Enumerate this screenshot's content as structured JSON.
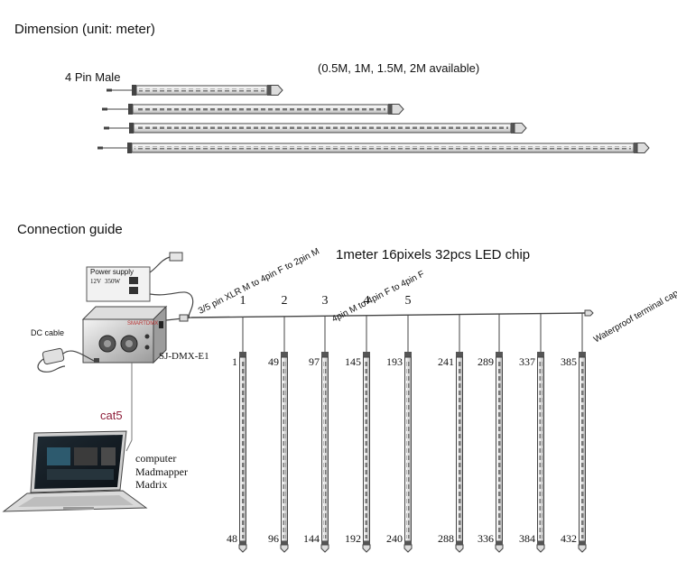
{
  "dimension": {
    "title": "Dimension (unit: meter)",
    "plug_label": "4 Pin Male",
    "availability": "(0.5M, 1M, 1.5M, 2M available)"
  },
  "connection": {
    "title": "Connection guide",
    "chip_info": "1meter 16pixels 32pcs LED chip",
    "cable_xlr": "3/5 pin XLR M to 4pin F to 2pin M",
    "cable_4pin": "4pin M to 4pin F to 4pin F",
    "end_cap": "Waterproof terminal cap",
    "controller_label": "SJ-DMX-E1",
    "dc_cable": "DC cable",
    "cat5": "cat5",
    "computer": "computer",
    "software": [
      "Madmapper",
      "Madrix"
    ],
    "power_supply": "Power supply",
    "power_spec": [
      "12V",
      "350W"
    ],
    "brand": "SMARTDMX",
    "numbers": [
      "1",
      "2",
      "3",
      "4",
      "5"
    ],
    "tubes": [
      {
        "start": "1",
        "end": "48"
      },
      {
        "start": "49",
        "end": "96"
      },
      {
        "start": "97",
        "end": "144"
      },
      {
        "start": "145",
        "end": "192"
      },
      {
        "start": "193",
        "end": "240"
      },
      {
        "start": "241",
        "end": "288"
      },
      {
        "start": "289",
        "end": "336"
      },
      {
        "start": "337",
        "end": "384"
      },
      {
        "start": "385",
        "end": "432"
      }
    ]
  },
  "colors": {
    "cat5": "#8e1f3a",
    "line": "#333333"
  }
}
